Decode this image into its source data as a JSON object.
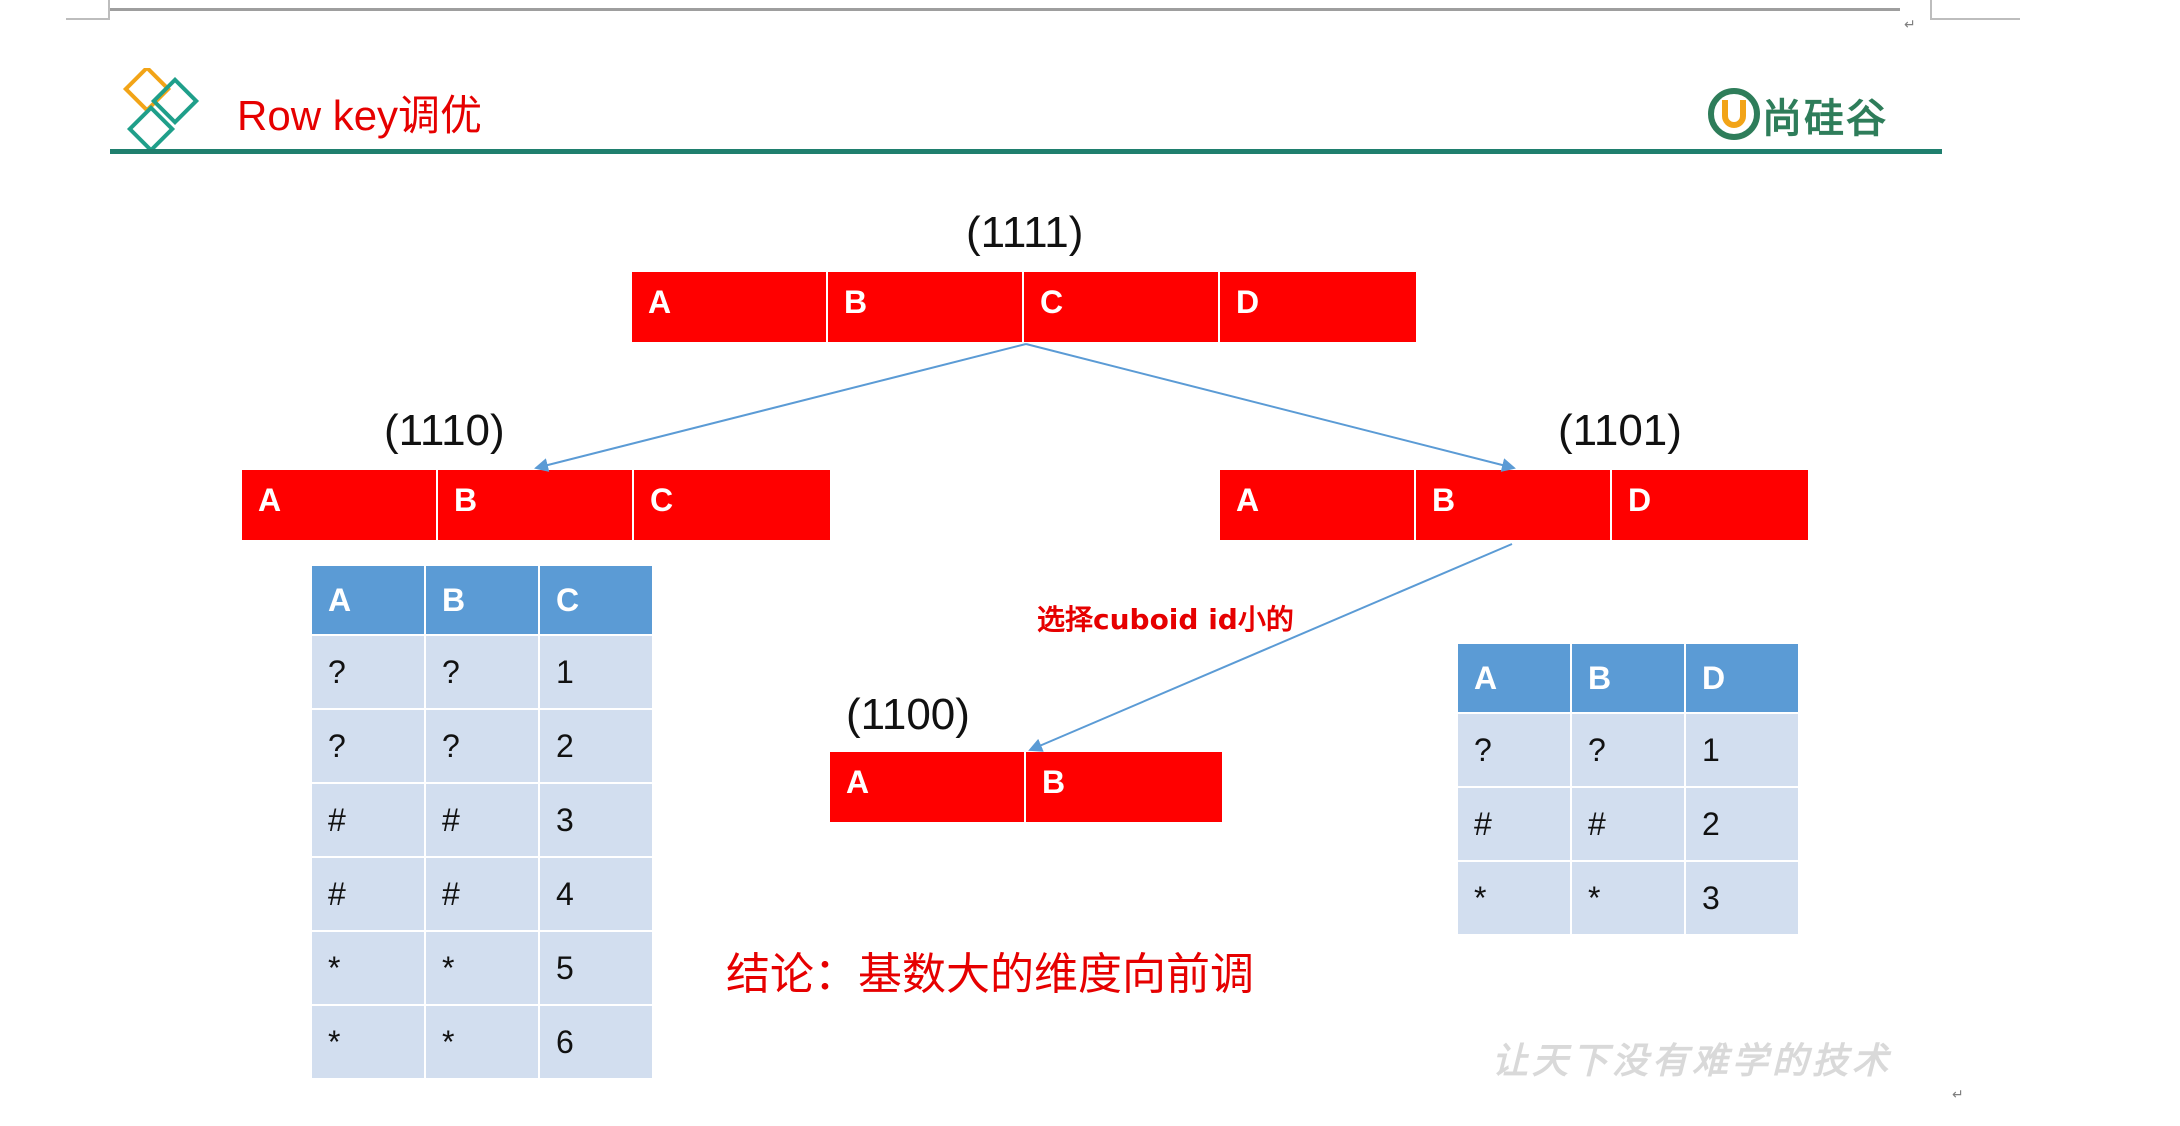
{
  "header": {
    "title": "Row key调优",
    "brand_name": "尚硅谷",
    "brand_color": "#2e7d5a",
    "accent_color": "#1f7f6e"
  },
  "cuboids": {
    "root": {
      "label": "(1111)",
      "cells": [
        "A",
        "B",
        "C",
        "D"
      ]
    },
    "left": {
      "label": "(1110)",
      "cells": [
        "A",
        "B",
        "C"
      ]
    },
    "right": {
      "label": "(1101)",
      "cells": [
        "A",
        "B",
        "D"
      ]
    },
    "bottom": {
      "label": "(1100)",
      "cells": [
        "A",
        "B"
      ]
    }
  },
  "tables": {
    "abc": {
      "headers": [
        "A",
        "B",
        "C"
      ],
      "rows": [
        [
          "?",
          "?",
          "1"
        ],
        [
          "?",
          "?",
          "2"
        ],
        [
          "#",
          "#",
          "3"
        ],
        [
          "#",
          "#",
          "4"
        ],
        [
          "*",
          "*",
          "5"
        ],
        [
          "*",
          "*",
          "6"
        ]
      ]
    },
    "abd": {
      "headers": [
        "A",
        "B",
        "D"
      ],
      "rows": [
        [
          "?",
          "?",
          "1"
        ],
        [
          "#",
          "#",
          "2"
        ],
        [
          "*",
          "*",
          "3"
        ]
      ]
    }
  },
  "annotation": "选择cuboid id小的",
  "conclusion": "结论：基数大的维度向前调",
  "slogan": "让天下没有难学的技术",
  "colors": {
    "cell_red": "#ff0000",
    "table_header": "#5b9bd5",
    "table_body": "#d2deef",
    "arrow": "#5b9bd5",
    "text_red": "#e60000"
  }
}
